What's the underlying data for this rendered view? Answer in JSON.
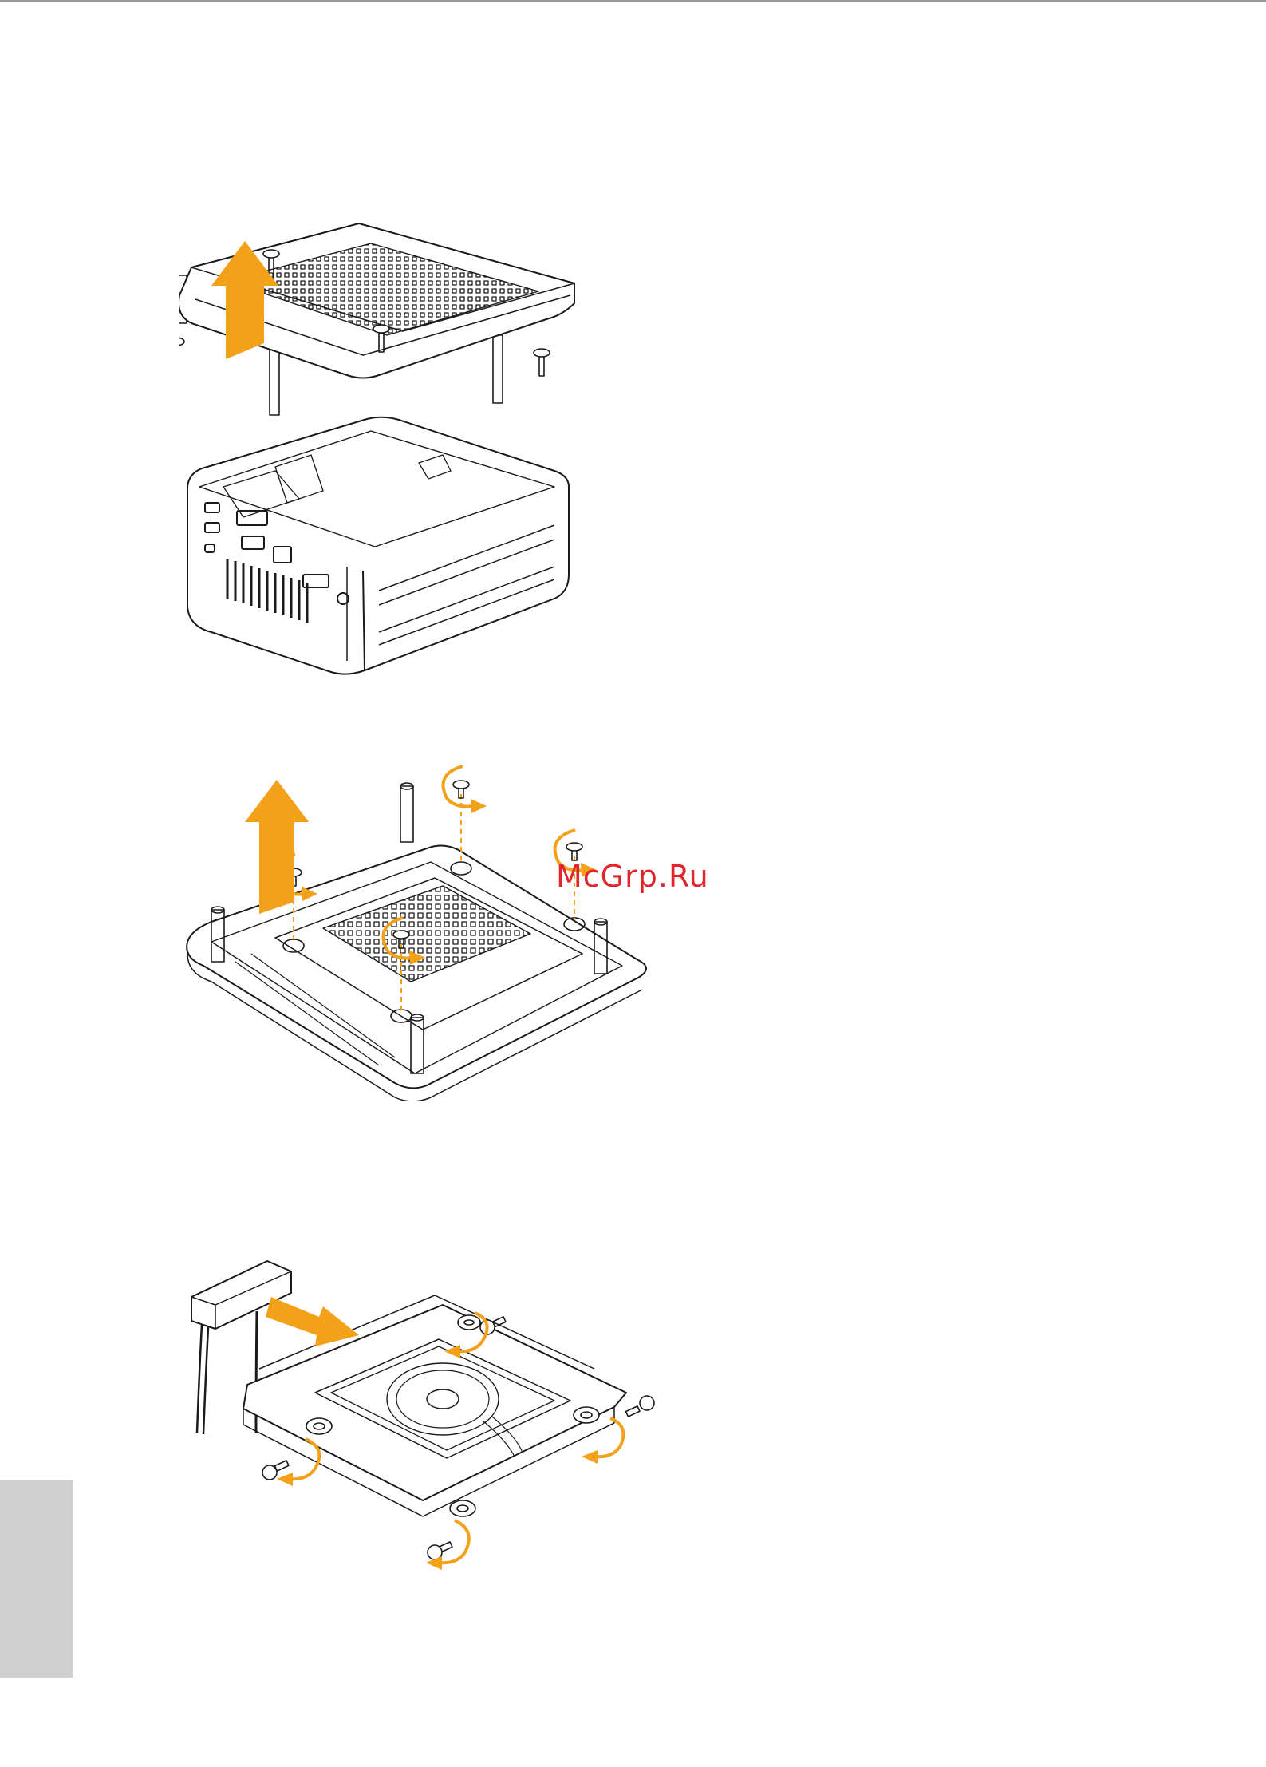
{
  "watermark": {
    "text": "McGrp.Ru"
  },
  "colors": {
    "arrow": "#f4a11a",
    "line": "#1a1a1a",
    "watermark": "#e0262c",
    "side_tab": "#d0d0d0",
    "top_rule": "#9a9a9a"
  },
  "figures": [
    {
      "id": "lift-bottom-cover",
      "icons": [
        "up-arrow-icon",
        "screw-icon"
      ]
    },
    {
      "id": "remove-bracket-screws",
      "icons": [
        "up-arrow-icon",
        "rotate-arrow-icon",
        "screw-icon"
      ]
    },
    {
      "id": "attach-drive-bracket",
      "icons": [
        "right-arrow-icon",
        "rotate-arrow-icon",
        "screw-icon"
      ]
    }
  ]
}
